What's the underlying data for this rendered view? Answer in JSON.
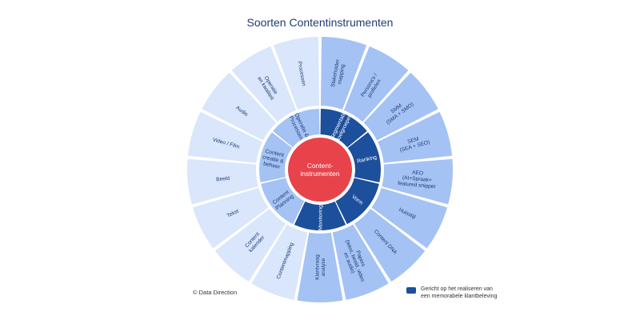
{
  "title": "Soorten Contentinstrumenten",
  "center": {
    "lines": [
      "Content-",
      "instrumenten"
    ]
  },
  "colors": {
    "dark": "#1c4f9c",
    "mid": "#a4c2f4",
    "light": "#d9e6fb",
    "center": "#e8434b",
    "dark_text": "#ffffff",
    "text": "#1f3c73"
  },
  "inner_ring": [
    {
      "id": "segmentatie",
      "lines": [
        "Segmentatie",
        "doelgroepen"
      ],
      "dark": true
    },
    {
      "id": "ranking",
      "lines": [
        "Ranking"
      ],
      "dark": true
    },
    {
      "id": "vorm",
      "lines": [
        "Vorm"
      ],
      "dark": true
    },
    {
      "id": "monitoring",
      "lines": [
        "Monitoring"
      ],
      "dark": true
    },
    {
      "id": "content-planning",
      "lines": [
        "Content",
        "Planning"
      ],
      "dark": false
    },
    {
      "id": "content-creatie",
      "lines": [
        "Content",
        "creatie &",
        "beheer"
      ],
      "dark": false
    },
    {
      "id": "operatie-processen",
      "lines": [
        "Operatie &",
        "Processen"
      ],
      "dark": false
    }
  ],
  "outer_ring": [
    {
      "id": "stakeholder",
      "lines": [
        "Stakeholder",
        "mapping"
      ],
      "shade": "mid"
    },
    {
      "id": "personas",
      "lines": [
        "Persona's /",
        "profielen"
      ],
      "shade": "mid"
    },
    {
      "id": "smm",
      "lines": [
        "SMM",
        "(SMA + SMO)"
      ],
      "shade": "mid"
    },
    {
      "id": "sem",
      "lines": [
        "SEM",
        "(SEA + SEO)"
      ],
      "shade": "mid"
    },
    {
      "id": "aeo",
      "lines": [
        "AEO",
        "(AI+Spraak+",
        "featured snippet"
      ],
      "shade": "mid"
    },
    {
      "id": "huisstijl",
      "lines": [
        "Huisstijl"
      ],
      "shade": "mid"
    },
    {
      "id": "content-dna",
      "lines": [
        "Content DNA"
      ],
      "shade": "mid"
    },
    {
      "id": "papers",
      "lines": [
        "Papers",
        "(tekst, beeld, video",
        "en audio)"
      ],
      "shade": "mid"
    },
    {
      "id": "klantvraag",
      "lines": [
        "Klantvraag",
        "analyse"
      ],
      "shade": "mid"
    },
    {
      "id": "contentmapping",
      "lines": [
        "Contentmapping"
      ],
      "shade": "light"
    },
    {
      "id": "contentkalender",
      "lines": [
        "Content",
        "kalender"
      ],
      "shade": "light"
    },
    {
      "id": "tekst",
      "lines": [
        "Tekst"
      ],
      "shade": "light"
    },
    {
      "id": "beeld",
      "lines": [
        "Beeld"
      ],
      "shade": "light"
    },
    {
      "id": "video",
      "lines": [
        "Video / Film"
      ],
      "shade": "light"
    },
    {
      "id": "audio",
      "lines": [
        "Audio"
      ],
      "shade": "light"
    },
    {
      "id": "operatie-kwaliteit",
      "lines": [
        "Operatie",
        "en kwaliteit"
      ],
      "shade": "light"
    },
    {
      "id": "processen",
      "lines": [
        "Processen"
      ],
      "shade": "light"
    }
  ],
  "copyright": "© Data Direction",
  "legend": {
    "lines": [
      "Gericht op het  realiseren van",
      "een memorabele klantbeleving"
    ]
  }
}
